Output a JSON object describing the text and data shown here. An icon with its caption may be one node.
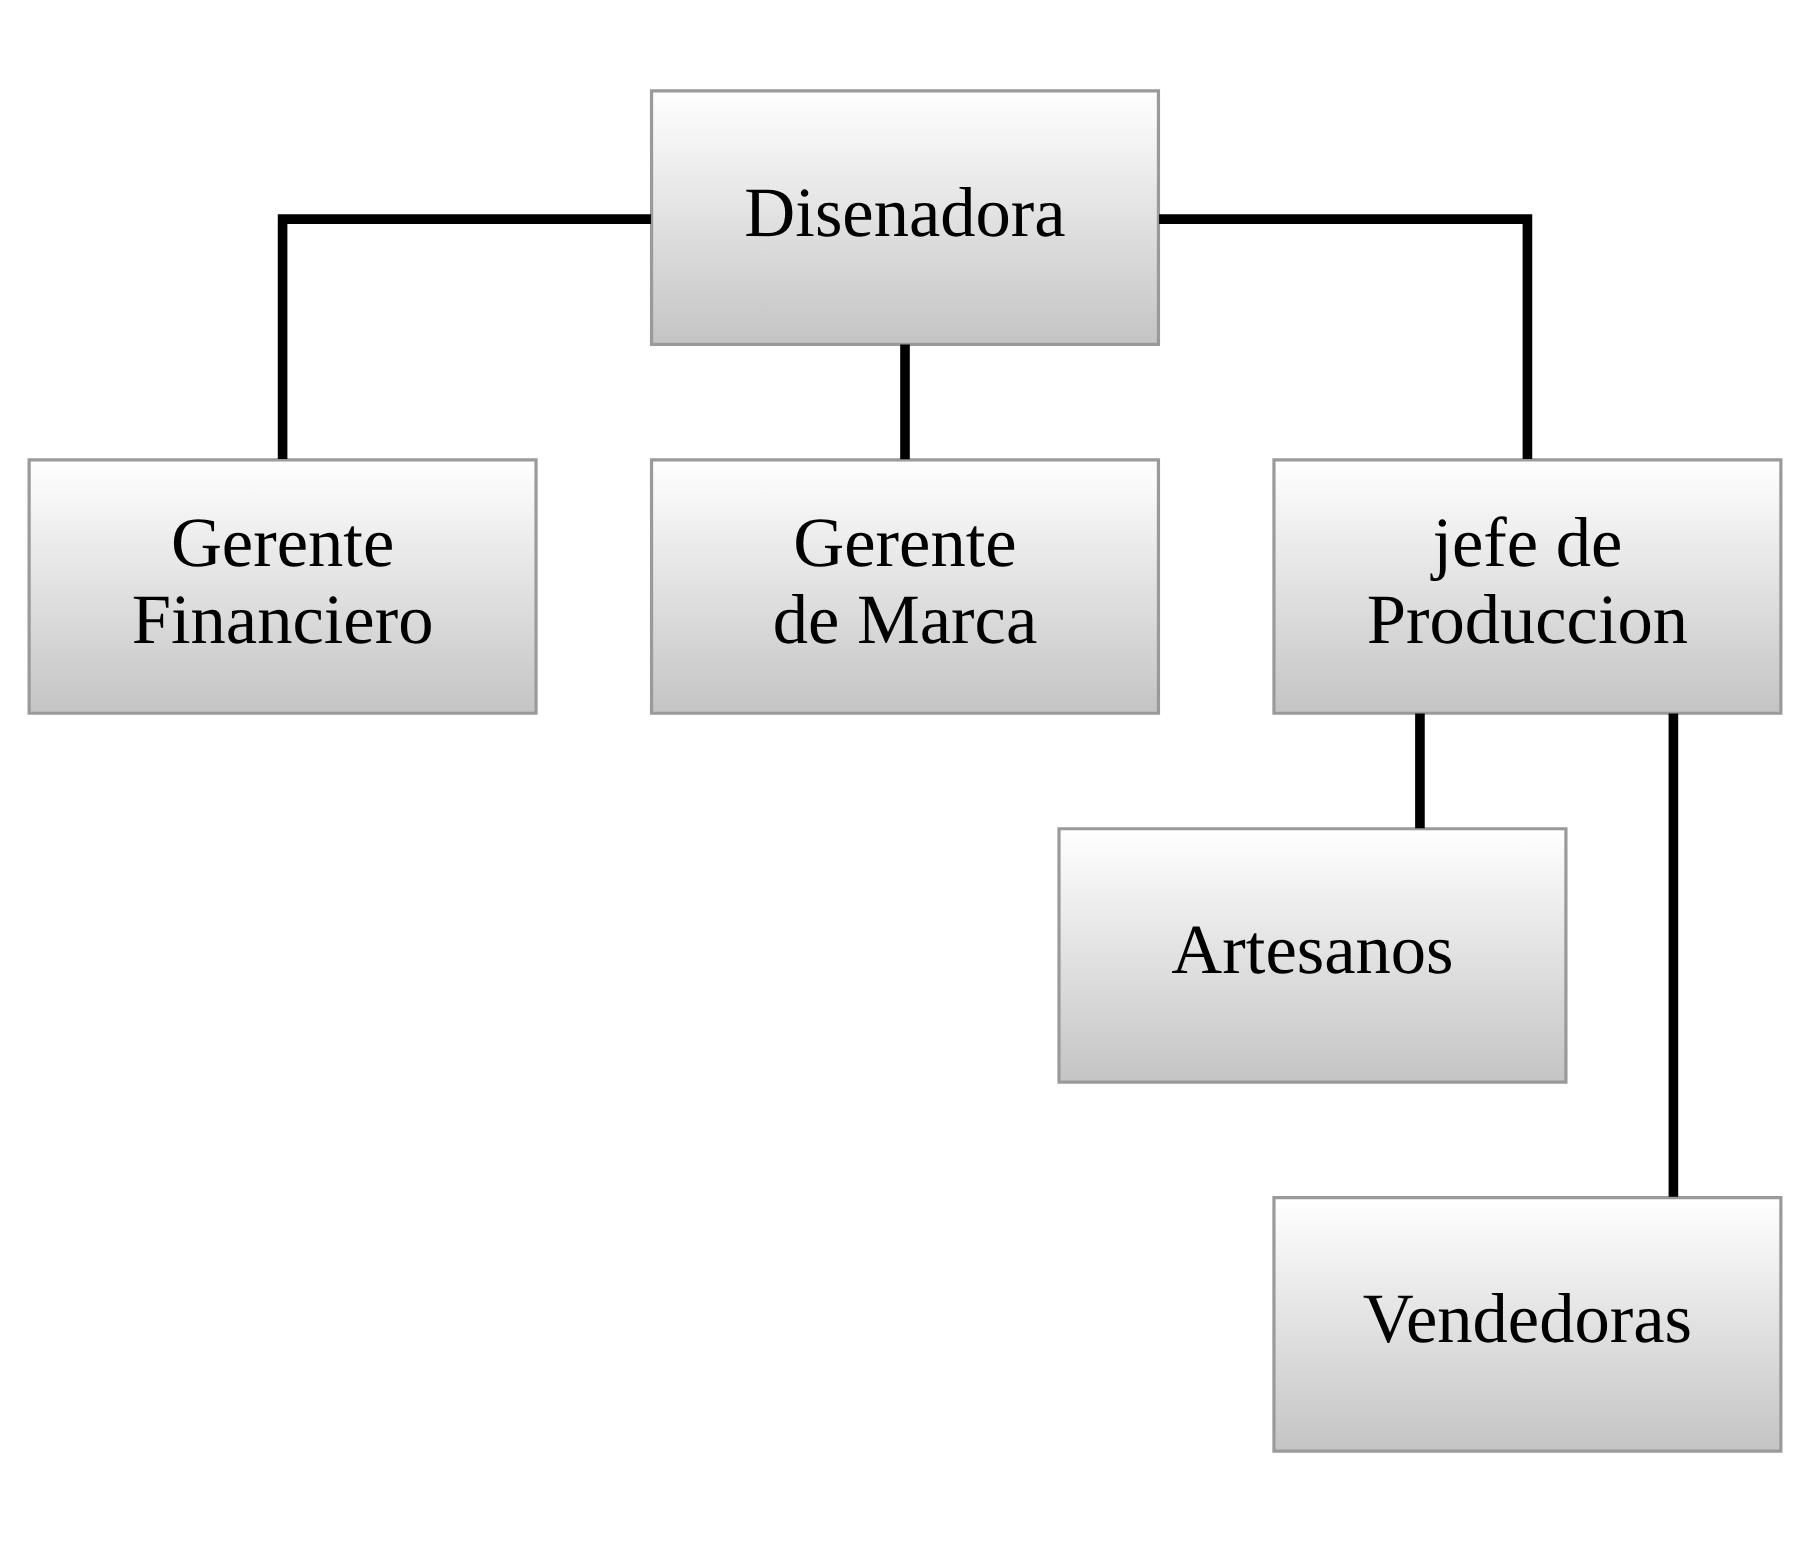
{
  "diagram": {
    "nodes": [
      {
        "text": [
          "Disenadora"
        ]
      },
      {
        "text": [
          "Gerente Financiero"
        ]
      },
      {
        "text": [
          "Gerente de Marca"
        ]
      },
      {
        "text": [
          "jefe de Produccion"
        ]
      },
      {
        "text": [
          "Artesanos"
        ]
      },
      {
        "text": [
          "Vendedoras"
        ]
      }
    ],
    "edges": [
      {
        "from": 0,
        "to": 1,
        "arrow": "none"
      },
      {
        "from": 0,
        "to": 2,
        "arrow": "none"
      },
      {
        "from": 0,
        "to": 3,
        "arrow": "none"
      },
      {
        "from": 3,
        "to": 4,
        "arrow": "none"
      },
      {
        "from": 3,
        "to": 5,
        "arrow": "none"
      }
    ]
  }
}
